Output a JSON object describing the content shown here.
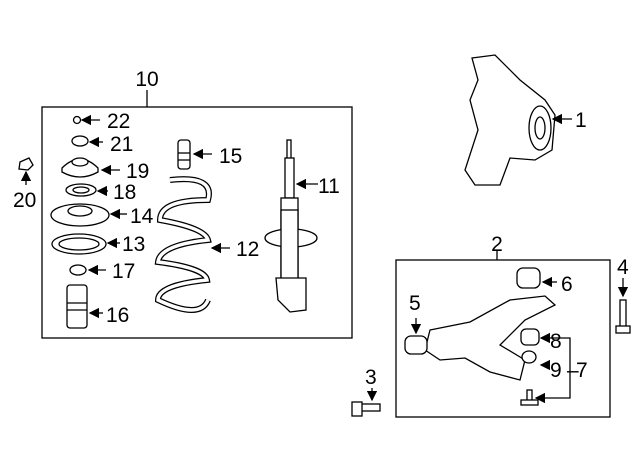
{
  "labels": {
    "c1": "1",
    "c2": "2",
    "c3": "3",
    "c4": "4",
    "c5": "5",
    "c6": "6",
    "c7": "7",
    "c8": "8",
    "c9": "9",
    "c10": "10",
    "c11": "11",
    "c12": "12",
    "c13": "13",
    "c14": "14",
    "c15": "15",
    "c16": "16",
    "c17": "17",
    "c18": "18",
    "c19": "19",
    "c20": "20",
    "c21": "21",
    "c22": "22"
  }
}
